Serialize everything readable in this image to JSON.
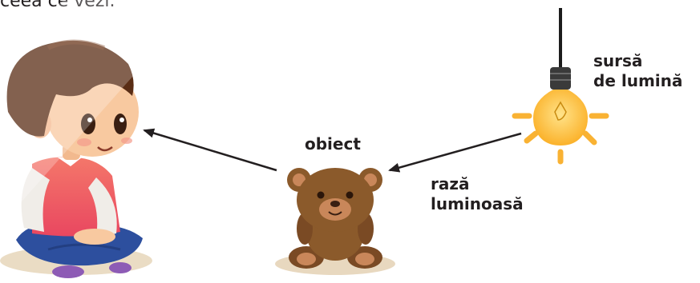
{
  "top_text": "ceea ce vezi.",
  "labels": {
    "source_line1": "sursă",
    "source_line2": "de lumină",
    "object": "obiect",
    "ray_line1": "rază",
    "ray_line2": "luminoasă"
  },
  "colors": {
    "bulb": "#fdbb2d",
    "bulb_rays": "#f9b233",
    "teddy": "#8b5a2b",
    "teddy_light": "#c9875a",
    "shirt": "#f06a5a",
    "jeans": "#2c4a9a",
    "hair": "#5a2d15",
    "skin": "#f8c9a0",
    "ground": "#e8d8bf",
    "arrow": "#231f20"
  }
}
